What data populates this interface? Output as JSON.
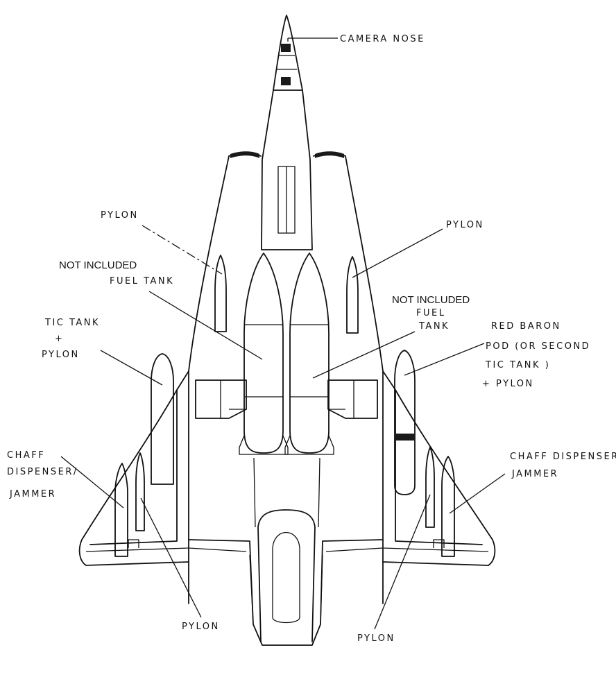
{
  "labels": {
    "camera_nose": "CAMERA NOSE",
    "pylon_upper_left": "PYLON",
    "pylon_upper_right": "PYLON",
    "not_included_left": "NOT INCLUDED",
    "fuel_tank_left": "FUEL TANK",
    "not_included_right": "NOT INCLUDED",
    "fuel_right": "FUEL",
    "tank_right": "TANK",
    "tic_tank": "TIC TANK",
    "plus_left": "+",
    "pylon_tic": "PYLON",
    "red_baron_1": "RED BARON",
    "red_baron_2": "POD (OR SECOND",
    "red_baron_3": "TIC TANK )",
    "red_baron_4": "+ PYLON",
    "chaff_left_1": "CHAFF",
    "chaff_left_2": "DISPENSER/",
    "chaff_left_3": "JAMMER",
    "chaff_right_1": "CHAFF DISPENSER/",
    "chaff_right_2": "JAMMER",
    "pylon_bottom_left": "PYLON",
    "pylon_bottom_right": "PYLON"
  }
}
